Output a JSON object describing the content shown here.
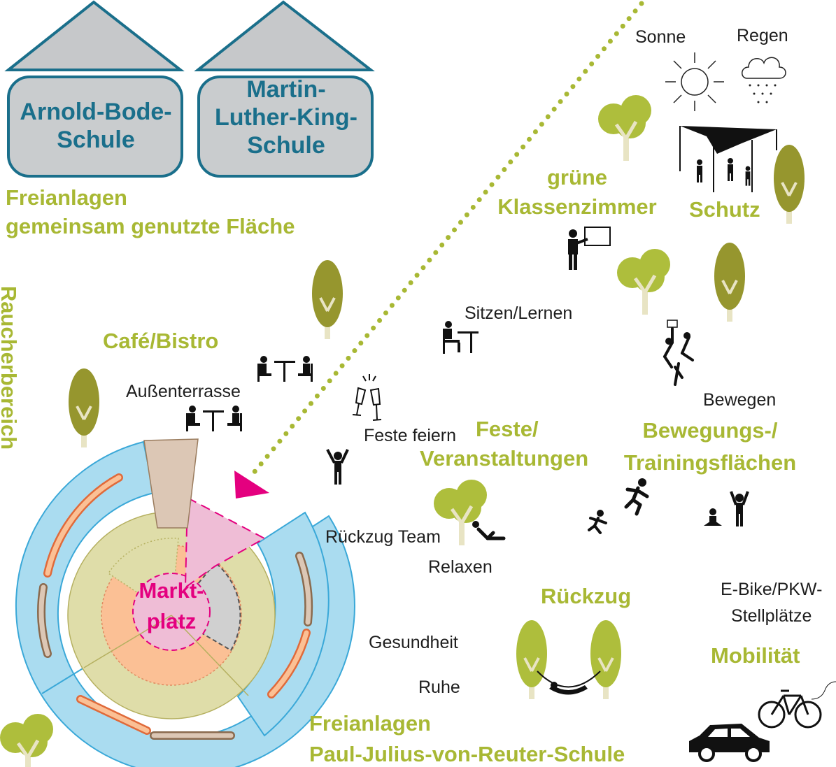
{
  "schools": {
    "arnold_line1": "Arnold-Bode-",
    "arnold_line2": "Schule",
    "martin_line1": "Martin-",
    "martin_line2": "Luther-King-",
    "martin_line3": "Schule"
  },
  "areas": {
    "shared_line1": "Freianlagen",
    "shared_line2": "gemeinsam genutzte Fläche",
    "raucher": "Raucherbereich",
    "cafe": "Café/Bistro",
    "klassen_line1": "grüne",
    "klassen_line2": "Klassenzimmer",
    "schutz": "Schutz",
    "feste_line1": "Feste/",
    "feste_line2": "Veranstaltungen",
    "bewegung_line1": "Bewegungs-/",
    "bewegung_line2": "Trainingsflächen",
    "rueckzug": "Rückzug",
    "mobilitaet": "Mobilität",
    "paul_line1": "Freianlagen",
    "paul_line2": "Paul-Julius-von-Reuter-Schule"
  },
  "labels": {
    "sonne": "Sonne",
    "regen": "Regen",
    "sitzen": "Sitzen/Lernen",
    "aussen": "Außenterrasse",
    "feste_feiern": "Feste feiern",
    "bewegen": "Bewegen",
    "rueckzug_team": "Rückzug Team",
    "relaxen": "Relaxen",
    "gesundheit": "Gesundheit",
    "ruhe": "Ruhe",
    "ebike_line1": "E-Bike/PKW-",
    "ebike_line2": "Stellplätze"
  },
  "center": {
    "line1": "Markt-",
    "line2": "platz"
  },
  "icons": [
    "sun-icon",
    "rain-cloud-icon",
    "shade-sail-icon",
    "teacher-board-icon",
    "desk-student-icon",
    "cafe-table-icon",
    "champagne-glasses-icon",
    "cheering-person-icon",
    "climbing-wall-icon",
    "runner-icon",
    "yoga-person-icon",
    "relaxing-person-icon",
    "hammock-icon",
    "bicycle-icon",
    "car-icon",
    "tree-icon"
  ],
  "colors": {
    "green_text": "#a8b834",
    "school_text": "#1a6f8b",
    "school_fill": "#c9ccce",
    "marktplatz": "#e4007f",
    "ring_blue": "#aadcf0",
    "ring_olive": "#dfdda9",
    "ring_orange": "#fbc095",
    "ring_pink": "#efbdd6",
    "ring_tan": "#dcc7b5",
    "tree_light": "#aebe3c",
    "tree_dark": "#96962e"
  }
}
